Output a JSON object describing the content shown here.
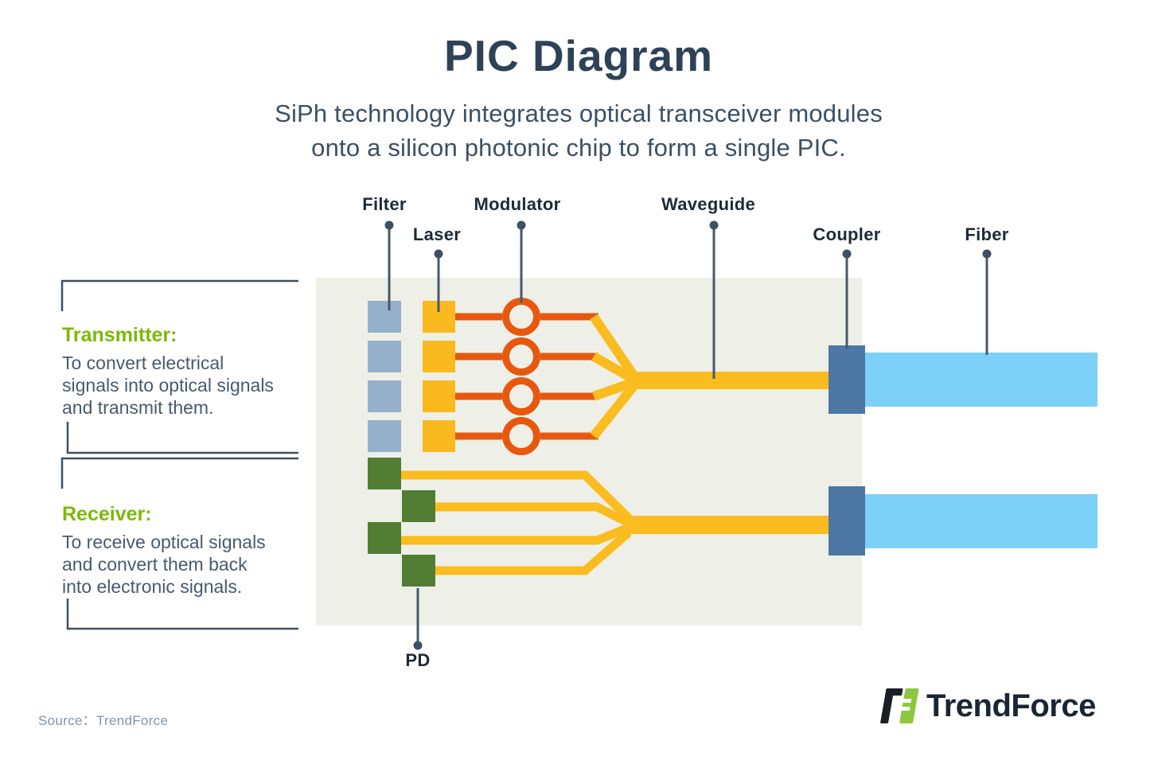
{
  "title": "PIC Diagram",
  "subtitle": {
    "line1": "SiPh technology integrates optical transceiver modules",
    "line2": "onto a silicon photonic chip to form a single PIC."
  },
  "labels": {
    "filter": "Filter",
    "laser": "Laser",
    "modulator": "Modulator",
    "waveguide": "Waveguide",
    "coupler": "Coupler",
    "fiber": "Fiber",
    "pd": "PD"
  },
  "transmitter": {
    "heading": "Transmitter:",
    "line1": "To convert electrical",
    "line2": "signals into optical signals",
    "line3": "and transmit them."
  },
  "receiver": {
    "heading": "Receiver:",
    "line1": "To receive optical signals",
    "line2": "and convert them back",
    "line3": "into electronic signals."
  },
  "source": "Source：TrendForce",
  "logo": {
    "text": "TrendForce"
  },
  "colors": {
    "title": "#2e4257",
    "subtitle": "#3c5063",
    "label": "#1d2b38",
    "leader": "#47586b",
    "bracket": "#3f5064",
    "heading_green": "#7cb908",
    "body_text": "#485a6e",
    "chip_bg": "#eef0e8",
    "filter_blue": "#94b0ca",
    "laser_yellow": "#f9b91f",
    "waveguide_yellow": "#fabc1e",
    "modulator_orange": "#e8570e",
    "pd_green": "#527e33",
    "coupler_blue": "#4d77a4",
    "fiber_blue": "#7dd0f8",
    "source_text": "#8493a8",
    "logo_green": "#8dc63f",
    "logo_dark": "#1a1f26",
    "logo_text": "#1b2534"
  }
}
